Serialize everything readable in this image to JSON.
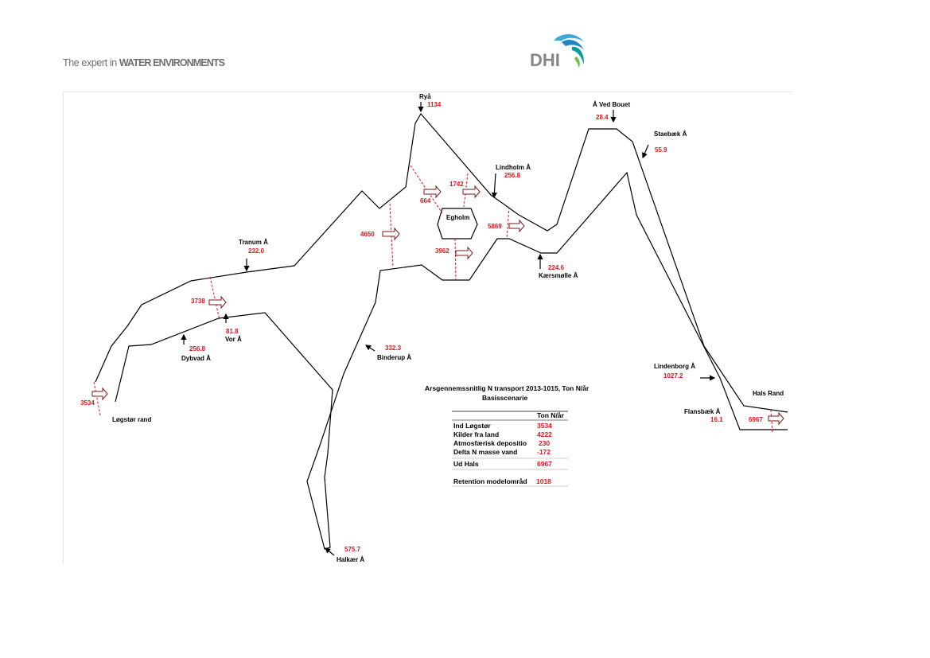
{
  "header": {
    "tagline_light": "The expert in",
    "tagline_bold": "WATER ENVIRONMENTS",
    "logo_text": "DHI"
  },
  "colors": {
    "values": "#e8131b",
    "arrow_fill": "#ffffff",
    "arrow_stroke": "#7a1a1a",
    "coast": "#000000"
  },
  "sources": [
    {
      "id": "ryaa",
      "name": "Ryå",
      "value": "1134"
    },
    {
      "id": "aa-ved-bouet",
      "name": "Å Ved Bouet",
      "value": "28.4"
    },
    {
      "id": "staebaek",
      "name": "Staebæk Å",
      "value": "55.9"
    },
    {
      "id": "lindholm",
      "name": "Lindholm Å",
      "value": "256.8"
    },
    {
      "id": "tranum",
      "name": "Tranum Å",
      "value": "232.0"
    },
    {
      "id": "kaersmoelle",
      "name": "Kærsmølle Å",
      "value": "224.6"
    },
    {
      "id": "vor",
      "name": "Vor Å",
      "value": "81.8"
    },
    {
      "id": "dybvad",
      "name": "Dybvad Å",
      "value": "256.8"
    },
    {
      "id": "binderup",
      "name": "Binderup Å",
      "value": "332.3"
    },
    {
      "id": "lindenborg",
      "name": "Lindenborg Å",
      "value": "1027.2"
    },
    {
      "id": "flansbaek",
      "name": "Flansbæk Å",
      "value": "16.1"
    },
    {
      "id": "halkaer",
      "name": "Halkær Å",
      "value": "575.7"
    }
  ],
  "boundaries": [
    {
      "id": "logstor",
      "name": "Løgstør rand",
      "value": "3534"
    },
    {
      "id": "hals",
      "name": "Hals Rand",
      "value": "6967"
    }
  ],
  "transects": [
    {
      "id": "t3738",
      "value": "3738"
    },
    {
      "id": "t4650",
      "value": "4650"
    },
    {
      "id": "t664",
      "value": "664"
    },
    {
      "id": "t1742",
      "value": "1742"
    },
    {
      "id": "t3962",
      "value": "3962"
    },
    {
      "id": "t5869",
      "value": "5869"
    }
  ],
  "island": {
    "name": "Egholm"
  },
  "summary": {
    "title": "Arsgennemssnitlig N transport 2013-1015, Ton N/år",
    "subtitle": "Basisscenarie",
    "unit_header": "Ton N/år",
    "rows": [
      {
        "label": "Ind Løgstør",
        "value": "3534"
      },
      {
        "label": "Kilder fra land",
        "value": "4222"
      },
      {
        "label": "Atmosfærisk depositio",
        "value": "230"
      },
      {
        "label": "Delta N masse vand",
        "value": "-172"
      },
      {
        "label": "Ud Hals",
        "value": "6967"
      }
    ],
    "retention": {
      "label": "Retention modelområd",
      "value": "1018"
    }
  }
}
